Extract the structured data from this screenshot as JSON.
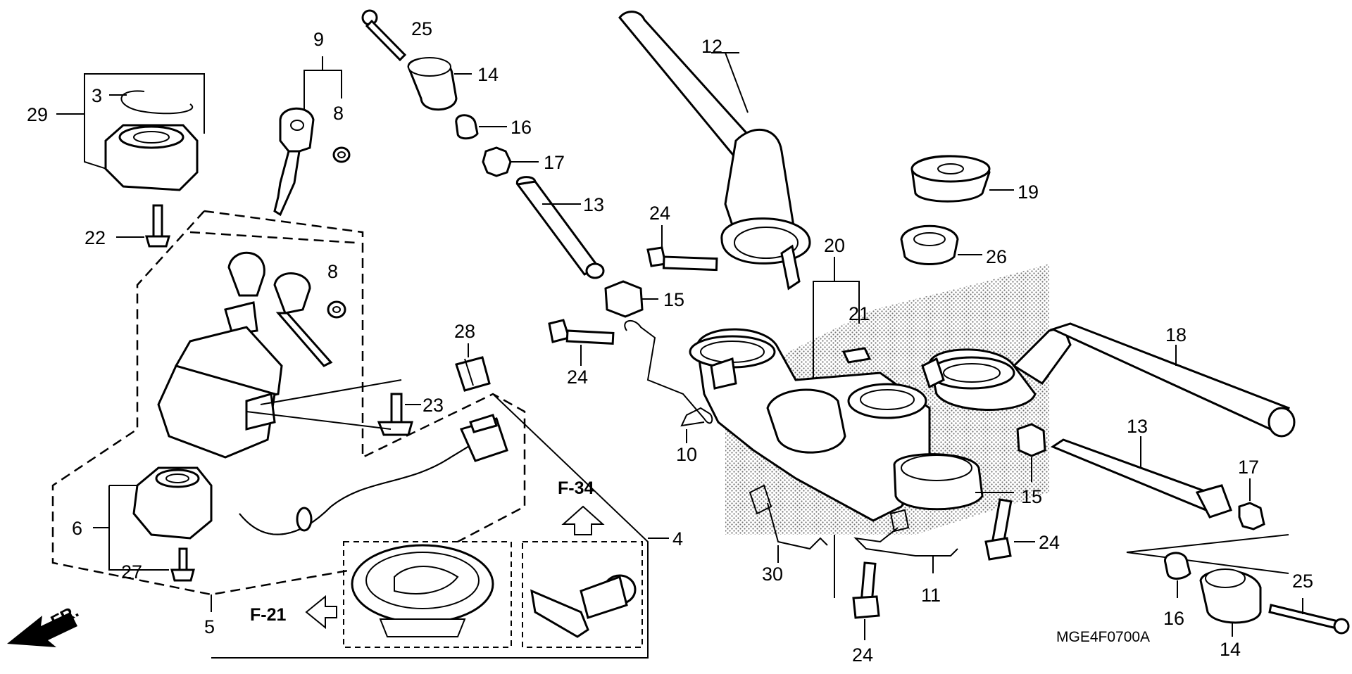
{
  "diagram": {
    "code": "MGE4F0700A",
    "direction_label": "FR.",
    "refs": {
      "f34": "F-34",
      "f21": "F-21"
    },
    "callouts": [
      {
        "id": "c29",
        "text": "29"
      },
      {
        "id": "c3",
        "text": "3"
      },
      {
        "id": "c22",
        "text": "22"
      },
      {
        "id": "c9",
        "text": "9"
      },
      {
        "id": "c8a",
        "text": "8"
      },
      {
        "id": "c8b",
        "text": "8"
      },
      {
        "id": "c25a",
        "text": "25"
      },
      {
        "id": "c14a",
        "text": "14"
      },
      {
        "id": "c16a",
        "text": "16"
      },
      {
        "id": "c17a",
        "text": "17"
      },
      {
        "id": "c13a",
        "text": "13"
      },
      {
        "id": "c15a",
        "text": "15"
      },
      {
        "id": "c12",
        "text": "12"
      },
      {
        "id": "c24a",
        "text": "24"
      },
      {
        "id": "c19",
        "text": "19"
      },
      {
        "id": "c26",
        "text": "26"
      },
      {
        "id": "c20",
        "text": "20"
      },
      {
        "id": "c21",
        "text": "21"
      },
      {
        "id": "c28",
        "text": "28"
      },
      {
        "id": "c23",
        "text": "23"
      },
      {
        "id": "c24b",
        "text": "24"
      },
      {
        "id": "c10",
        "text": "10"
      },
      {
        "id": "c18",
        "text": "18"
      },
      {
        "id": "c13b",
        "text": "13"
      },
      {
        "id": "c15b",
        "text": "15"
      },
      {
        "id": "c17b",
        "text": "17"
      },
      {
        "id": "c24c",
        "text": "24"
      },
      {
        "id": "c6",
        "text": "6"
      },
      {
        "id": "c27",
        "text": "27"
      },
      {
        "id": "c5",
        "text": "5"
      },
      {
        "id": "c4",
        "text": "4"
      },
      {
        "id": "c30",
        "text": "30"
      },
      {
        "id": "c11",
        "text": "11"
      },
      {
        "id": "c24d",
        "text": "24"
      },
      {
        "id": "c16b",
        "text": "16"
      },
      {
        "id": "c14b",
        "text": "14"
      },
      {
        "id": "c25b",
        "text": "25"
      }
    ]
  }
}
